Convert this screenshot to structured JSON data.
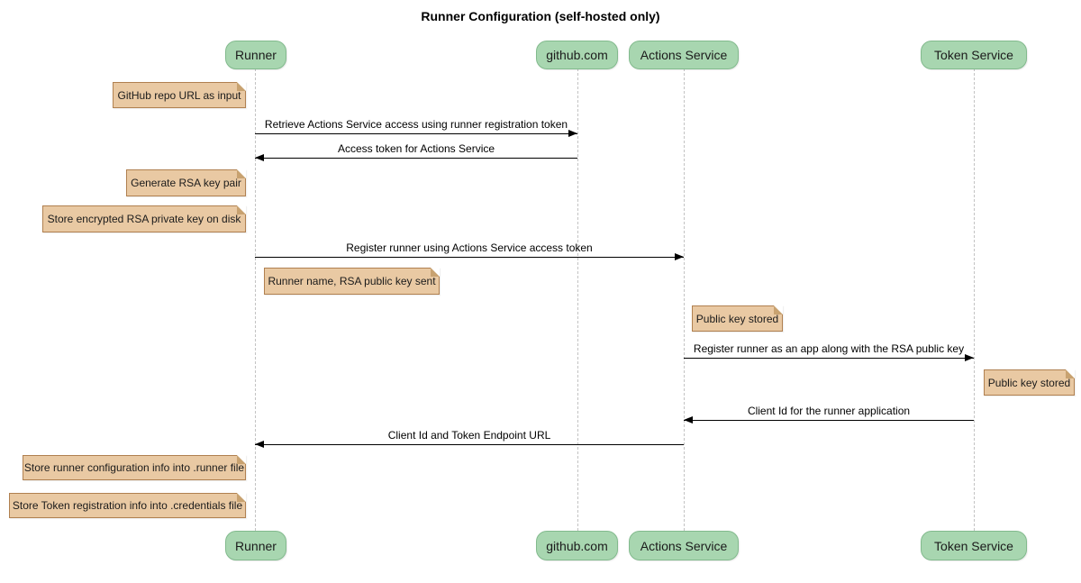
{
  "title": "Runner Configuration (self-hosted only)",
  "diagram_type": "sequence",
  "colors": {
    "participant_fill": "#a8d6b0",
    "participant_border": "#82ba8d",
    "note_fill": "#e9c9a3",
    "note_border": "#b08050",
    "lifeline": "#c3c3c3",
    "arrow": "#000000",
    "background": "#ffffff"
  },
  "participants": [
    {
      "name": "Runner"
    },
    {
      "name": "github.com"
    },
    {
      "name": "Actions Service"
    },
    {
      "name": "Token Service"
    }
  ],
  "notes": [
    {
      "text": "GitHub repo URL as input",
      "over": "Runner",
      "side": "left"
    },
    {
      "text": "Generate RSA key pair",
      "over": "Runner",
      "side": "left"
    },
    {
      "text": "Store encrypted RSA private key on disk",
      "over": "Runner",
      "side": "left"
    },
    {
      "text": "Runner name, RSA public key sent",
      "over": "Runner",
      "side": "right"
    },
    {
      "text": "Public key stored",
      "over": "Actions Service",
      "side": "right"
    },
    {
      "text": "Public key stored",
      "over": "Token Service",
      "side": "right"
    },
    {
      "text": "Store runner configuration info into .runner file",
      "over": "Runner",
      "side": "left"
    },
    {
      "text": "Store Token registration info into .credentials file",
      "over": "Runner",
      "side": "left"
    }
  ],
  "messages": [
    {
      "label": "Retrieve Actions Service access using runner registration token",
      "from": "Runner",
      "to": "github.com"
    },
    {
      "label": "Access token for Actions Service",
      "from": "github.com",
      "to": "Runner"
    },
    {
      "label": "Register runner using Actions Service access token",
      "from": "Runner",
      "to": "Actions Service"
    },
    {
      "label": "Register runner as an app along with the RSA public key",
      "from": "Actions Service",
      "to": "Token Service"
    },
    {
      "label": "Client Id for the runner application",
      "from": "Token Service",
      "to": "Actions Service"
    },
    {
      "label": "Client Id and Token Endpoint URL",
      "from": "Actions Service",
      "to": "Runner"
    }
  ]
}
